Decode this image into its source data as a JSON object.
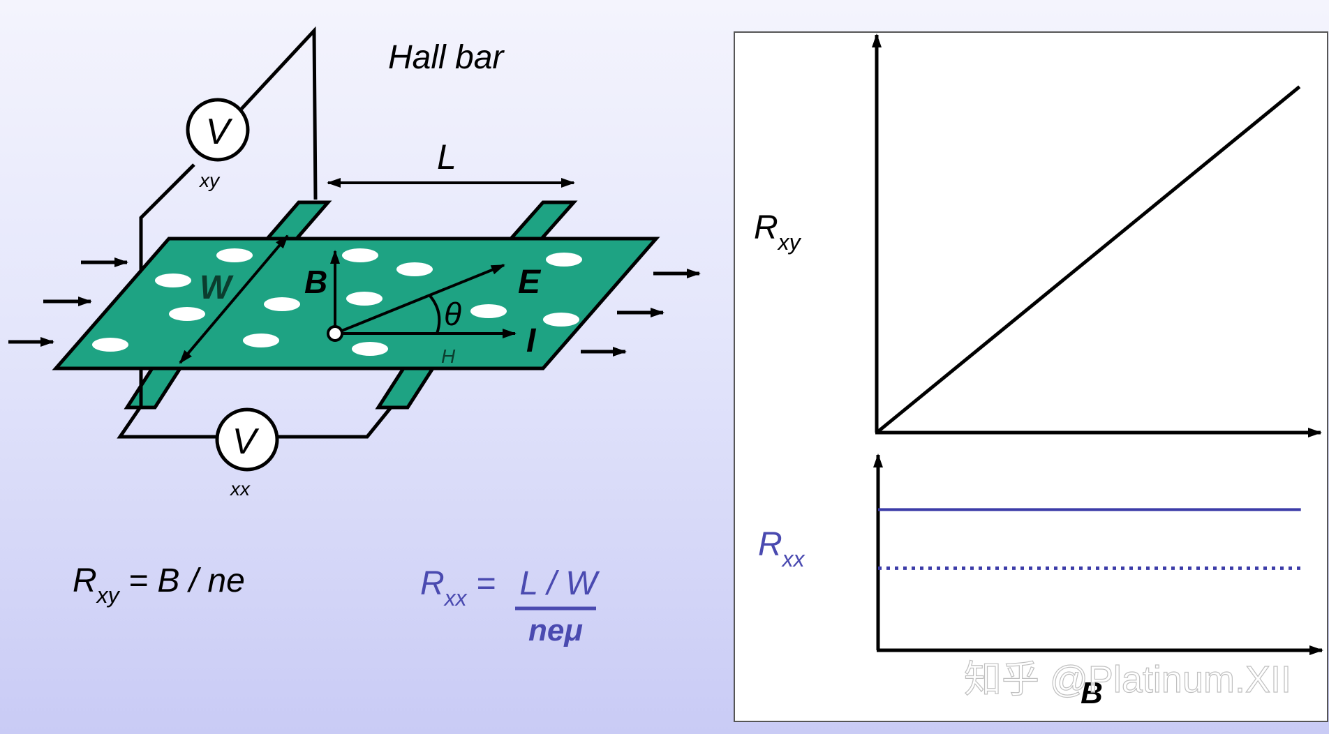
{
  "diagram": {
    "title": "Hall bar",
    "voltmeter_symbol": "V",
    "voltmeter_xy_sub": "xy",
    "voltmeter_xx_sub": "xx",
    "label_L": "L",
    "label_W": "W",
    "label_B": "B",
    "label_E": "E",
    "label_theta": "θ",
    "label_theta_sub": "H",
    "label_I": "I",
    "bar_color": "#1ea383"
  },
  "formulas": {
    "rxy_main": "R",
    "rxy_sub": "xy",
    "rxy_rest": " = B / ne",
    "rxx_main": "R",
    "rxx_sub": "xx",
    "rxx_eq": " = ",
    "rxx_num": "L / W",
    "rxx_den": "neμ",
    "rxx_color": "#4a4ab0"
  },
  "chart_data": [
    {
      "type": "line",
      "ylabel_main": "R",
      "ylabel_sub": "xy",
      "series": [
        {
          "x": [
            0,
            1
          ],
          "y": [
            0,
            1
          ],
          "style": "solid",
          "color": "#000000"
        }
      ],
      "xlim": [
        0,
        1.05
      ],
      "ylim": [
        0,
        1.15
      ]
    },
    {
      "type": "line",
      "ylabel_main": "R",
      "ylabel_sub": "xx",
      "xlabel": "B",
      "series": [
        {
          "x": [
            0,
            1
          ],
          "y": [
            0.72,
            0.72
          ],
          "style": "solid",
          "color": "#3c3ca8"
        },
        {
          "x": [
            0,
            1
          ],
          "y": [
            0.42,
            0.42
          ],
          "style": "dotted",
          "color": "#3c3ca8"
        }
      ],
      "xlim": [
        0,
        1.05
      ],
      "ylim": [
        0,
        1
      ]
    }
  ],
  "watermark": "知乎 @Platinum.XII"
}
